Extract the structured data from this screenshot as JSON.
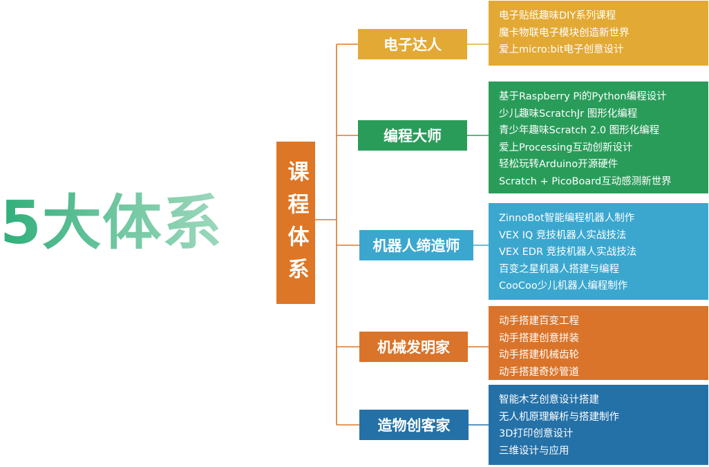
{
  "title": "5大体系",
  "root_label": "课程体系",
  "colors": {
    "root": "#dd7626",
    "connector": "#dd7626",
    "title_gradient": [
      "#2fae7a",
      "#9fd9bf"
    ]
  },
  "categories": [
    {
      "label": "电子达人",
      "color": "#e3a935",
      "items": [
        "电子贴纸趣味DIY系列课程",
        "魔卡物联电子模块创造新世界",
        "爱上micro:bit电子创意设计"
      ]
    },
    {
      "label": "编程大师",
      "color": "#2a9c5a",
      "items": [
        "基于Raspberry Pi的Python编程设计",
        "少儿趣味ScratchJr 图形化编程",
        "青少年趣味Scratch 2.0 图形化编程",
        "爱上Processing互动创新设计",
        "轻松玩转Arduino开源硬件",
        "Scratch + PicoBoard互动感测新世界"
      ]
    },
    {
      "label": "机器人缔造师",
      "color": "#3ba7cf",
      "items": [
        "ZinnoBot智能编程机器人制作",
        "VEX IQ 竞技机器人实战技法",
        "VEX EDR 竞技机器人实战技法",
        "百变之星机器人搭建与编程",
        "CooCoo少儿机器人编程制作"
      ]
    },
    {
      "label": "机械发明家",
      "color": "#d9742a",
      "items": [
        "动手搭建百变工程",
        "动手搭建创意拼装",
        "动手搭建机械齿轮",
        "动手搭建奇妙管道"
      ]
    },
    {
      "label": "造物创客家",
      "color": "#2471a8",
      "items": [
        "智能木艺创意设计搭建",
        "无人机原理解析与搭建制作",
        "3D打印创意设计",
        "三维设计与应用"
      ]
    }
  ]
}
